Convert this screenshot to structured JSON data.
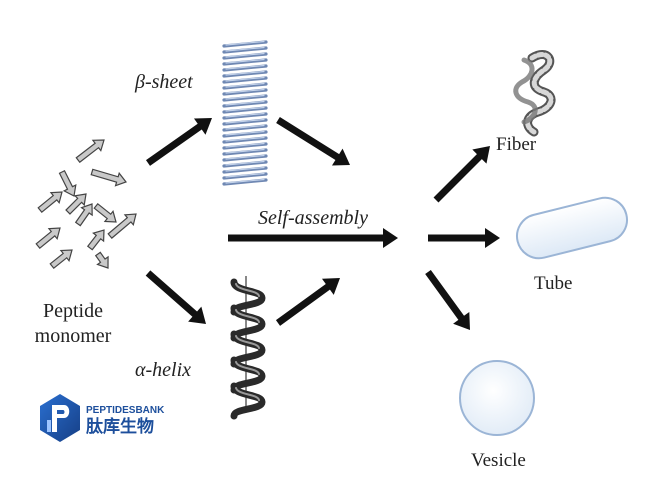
{
  "labels": {
    "beta_sheet": "β-sheet",
    "alpha_helix": "α-helix",
    "self_assembly": "Self-assembly",
    "peptide_line1": "Peptide",
    "peptide_line2": "monomer",
    "fiber": "Fiber",
    "tube": "Tube",
    "vesicle": "Vesicle"
  },
  "logo": {
    "name_en": "PEPTIDESBANK",
    "name_cn": "肽库生物"
  },
  "colors": {
    "arrow": "#111111",
    "text": "#222222",
    "logo_blue": "#1d4f9c",
    "sheet_blue": "#8fa6c8",
    "tube_fill": "#eef4fb",
    "tube_stroke": "#9bb5d6"
  },
  "icons": [
    "monomer-arrow-icon",
    "beta-sheet-icon",
    "alpha-helix-icon",
    "fiber-icon",
    "tube-icon",
    "vesicle-icon",
    "peptidesbank-logo-icon"
  ]
}
